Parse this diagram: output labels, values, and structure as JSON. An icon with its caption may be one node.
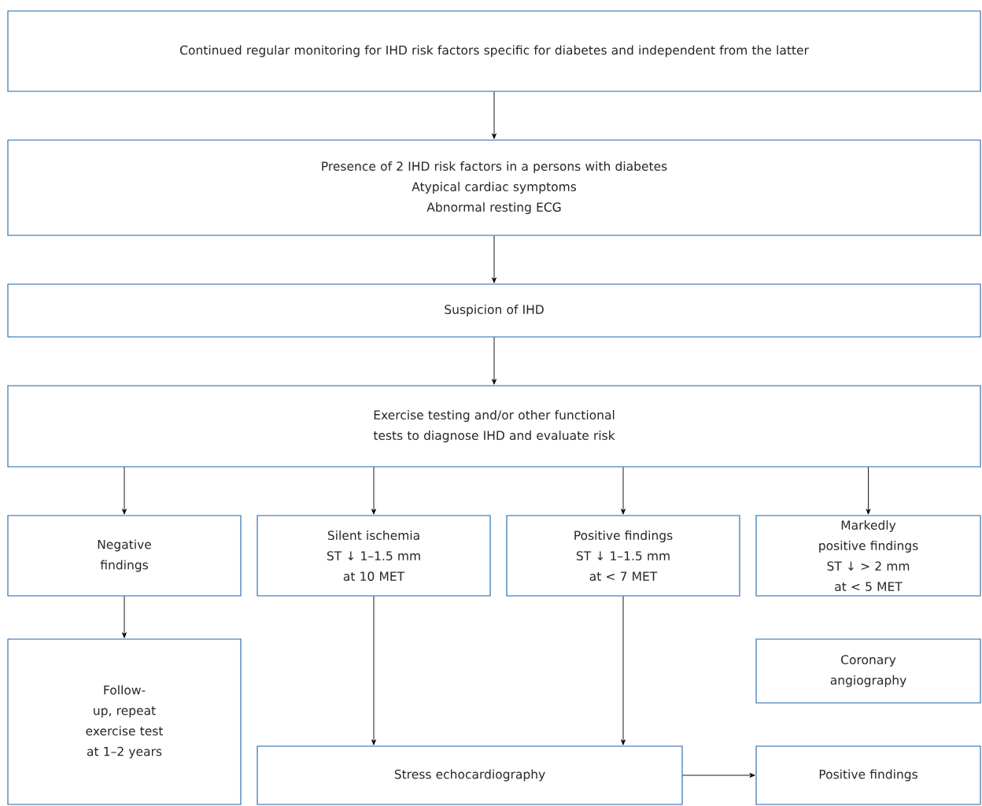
{
  "diagram": {
    "nodes": [
      {
        "text": [
          "Continued regular monitoring for IHD risk factors specific for diabetes and independent from the latter"
        ]
      },
      {
        "text": [
          "Presence of 2 IHD risk factors in a persons with diabetes",
          "Atypical cardiac symptoms",
          "Abnormal resting ECG"
        ]
      },
      {
        "text": [
          "Suspicion of IHD"
        ]
      },
      {
        "text": [
          "Exercise testing and/or other functional tests to diagnose IHD and evaluate risk"
        ]
      },
      {
        "text": [
          "Negative findings"
        ]
      },
      {
        "text": [
          "Silent ischemia",
          "ST ↓ 1–1.5 mm",
          "at 10 MET"
        ]
      },
      {
        "text": [
          "Positive findings",
          "ST ↓ 1–1.5 mm",
          "at < 7 MET"
        ]
      },
      {
        "text": [
          "Markedly positive findings",
          "ST ↓ > 2 mm",
          "at < 5 MET"
        ]
      },
      {
        "text": [
          "Follow-up, repeat exercise test at 1–2 years"
        ]
      },
      {
        "text": [
          "Coronary angiography"
        ]
      },
      {
        "text": [
          "Stress echocardiography"
        ]
      },
      {
        "text": [
          "Positive findings"
        ]
      }
    ],
    "edges": [
      {
        "from": 0,
        "to": 1,
        "arrow": "to"
      },
      {
        "from": 1,
        "to": 2,
        "arrow": "to"
      },
      {
        "from": 2,
        "to": 3,
        "arrow": "to"
      },
      {
        "from": 3,
        "to": 4,
        "arrow": "to"
      },
      {
        "from": 3,
        "to": 5,
        "arrow": "to"
      },
      {
        "from": 3,
        "to": 6,
        "arrow": "to"
      },
      {
        "from": 3,
        "to": 7,
        "arrow": "to"
      },
      {
        "from": 4,
        "to": 8,
        "arrow": "to"
      },
      {
        "from": 5,
        "to": 10,
        "arrow": "to"
      },
      {
        "from": 6,
        "to": 10,
        "arrow": "to"
      },
      {
        "from": 10,
        "to": 11,
        "arrow": "to"
      }
    ]
  }
}
